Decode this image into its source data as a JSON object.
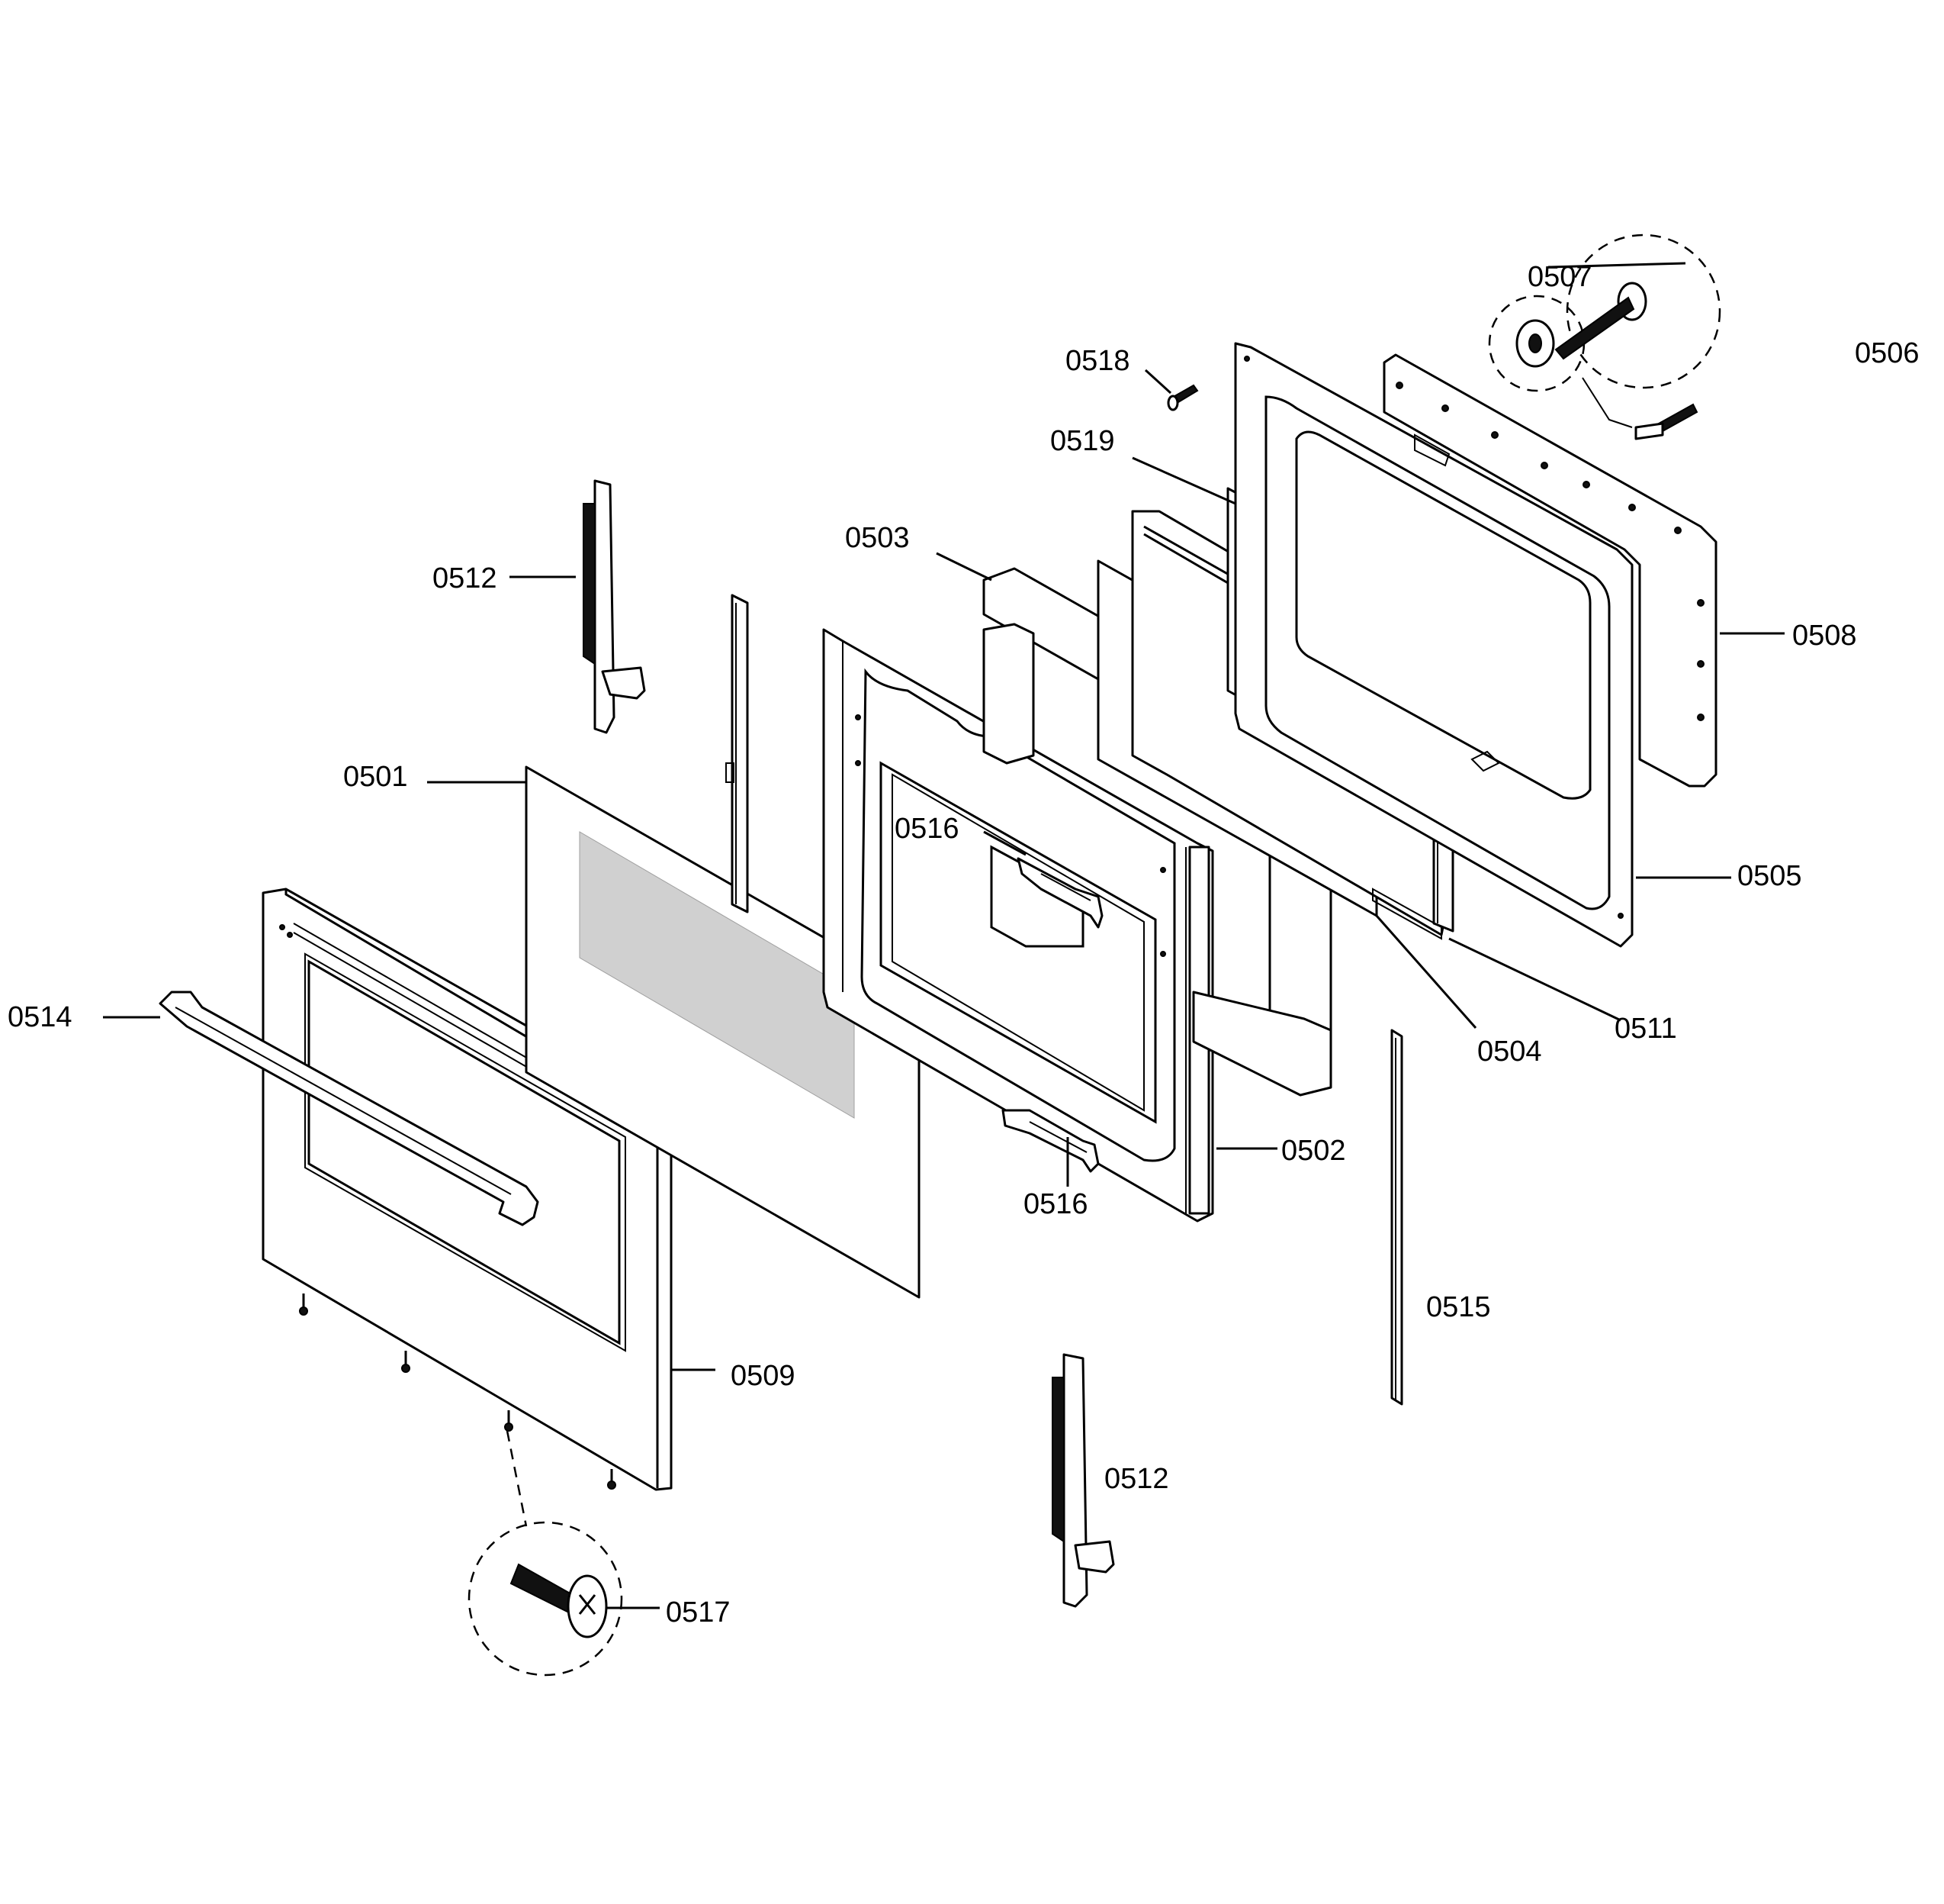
{
  "diagram": {
    "parts": [
      {
        "key": "p0507",
        "number": "0507"
      },
      {
        "key": "p0506",
        "number": "0506"
      },
      {
        "key": "p0518",
        "number": "0518"
      },
      {
        "key": "p0519",
        "number": "0519"
      },
      {
        "key": "p0508",
        "number": "0508"
      },
      {
        "key": "p0503",
        "number": "0503"
      },
      {
        "key": "p0512a",
        "number": "0512"
      },
      {
        "key": "p0501",
        "number": "0501"
      },
      {
        "key": "p0516a",
        "number": "0516"
      },
      {
        "key": "p0505",
        "number": "0505"
      },
      {
        "key": "p0514",
        "number": "0514"
      },
      {
        "key": "p0511",
        "number": "0511"
      },
      {
        "key": "p0504",
        "number": "0504"
      },
      {
        "key": "p0502",
        "number": "0502"
      },
      {
        "key": "p0516b",
        "number": "0516"
      },
      {
        "key": "p0515",
        "number": "0515"
      },
      {
        "key": "p0509",
        "number": "0509"
      },
      {
        "key": "p0512b",
        "number": "0512"
      },
      {
        "key": "p0517",
        "number": "0517"
      }
    ]
  }
}
